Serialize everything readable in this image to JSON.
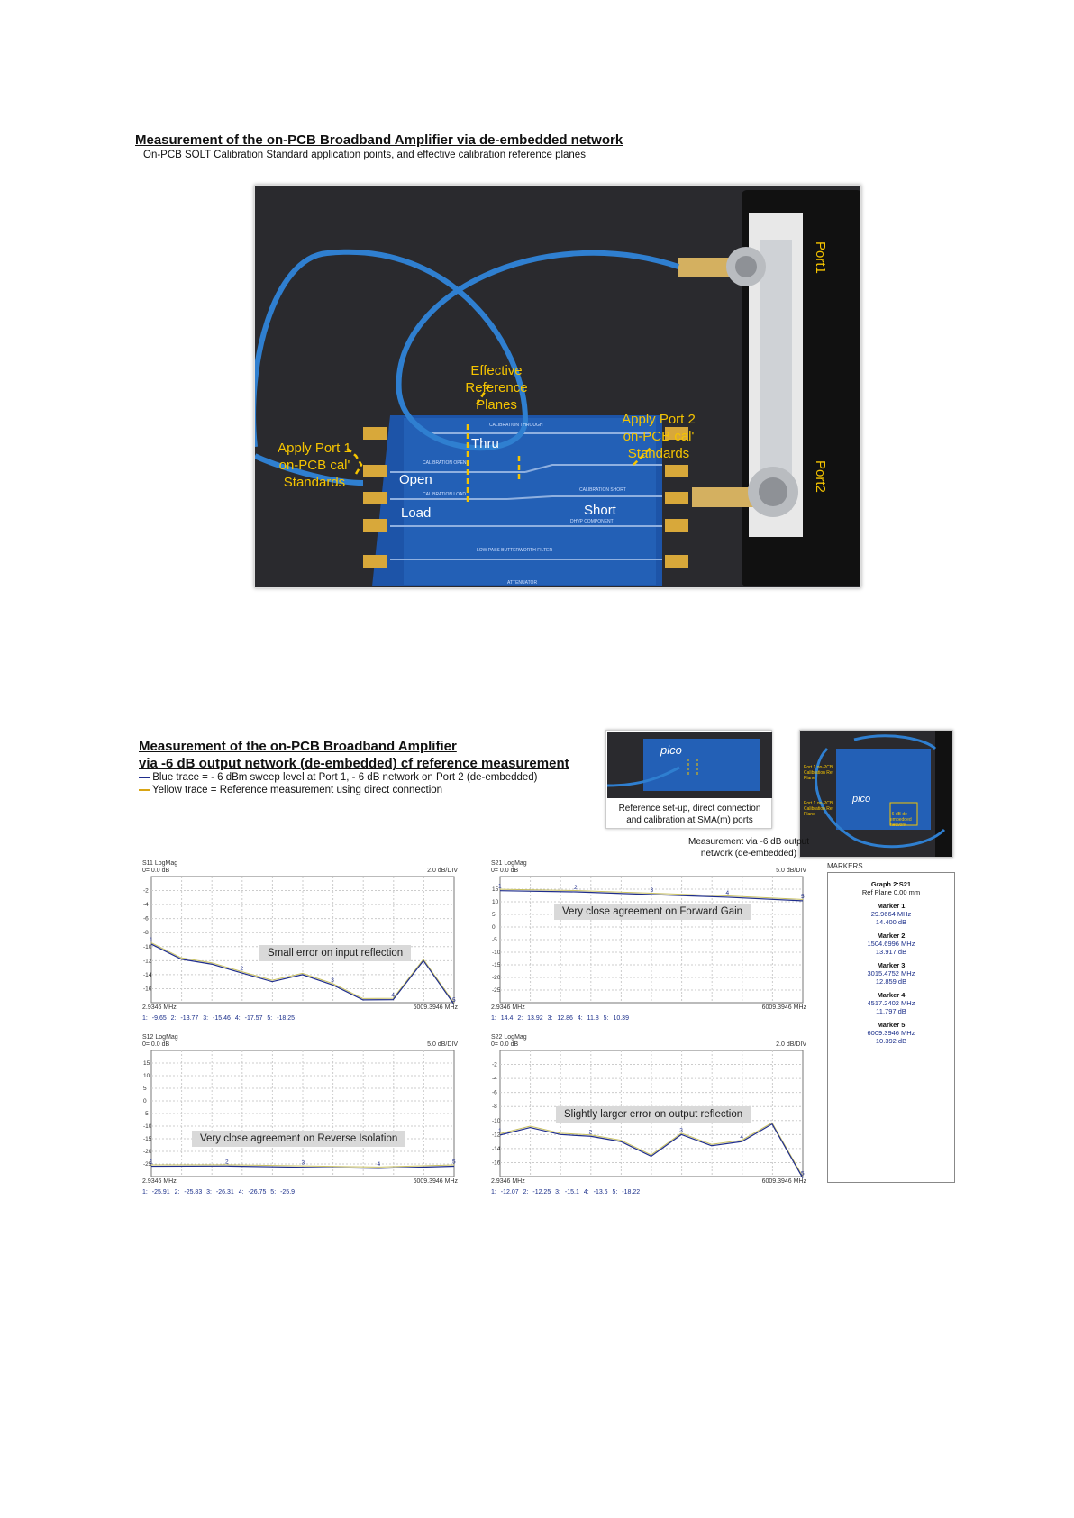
{
  "section1": {
    "title": "Measurement of the on-PCB Broadband Amplifier via de-embedded network",
    "subtitle": "On-PCB SOLT Calibration Standard application points, and effective calibration reference planes"
  },
  "photo1": {
    "port1": "Port1",
    "port2": "Port2",
    "ref_planes": [
      "Effective",
      "Reference",
      "Planes"
    ],
    "apply_port1": [
      "Apply Port 1",
      "on-PCB cal'",
      "Standards"
    ],
    "apply_port2": [
      "Apply Port 2",
      "on-PCB cal'",
      "Standards"
    ],
    "thru": "Thru",
    "open": "Open",
    "load": "Load",
    "short": "Short",
    "board_texts": [
      "CALIBRATION THROUGH",
      "CALIBRATION OPEN",
      "CALIBRATION LOAD",
      "CALIBRATION SHORT",
      "DHVP COMPONENT",
      "LOW PASS BUTTERWORTH FILTER",
      "ATTENUATOR"
    ]
  },
  "section2": {
    "title_line1": "Measurement of the on-PCB Broadband Amplifier",
    "title_line2": "via -6 dB output network (de-embedded) cf reference measurement",
    "legend_blue": "Blue trace = - 6 dBm sweep level at Port 1, - 6 dB network on Port 2 (de-embedded)",
    "legend_yellow": "Yellow trace = Reference measurement using direct connection",
    "colors": {
      "blue": "#1f2d8c",
      "yellow": "#d9a514",
      "ref": "#c8c060"
    }
  },
  "inset1": {
    "logo": "pico",
    "caption": [
      "Reference set-up, direct connection",
      "and calibration at SMA(m) ports"
    ]
  },
  "inset2": {
    "labels": [
      "Port 1 on-PCB Calibration Ref Plane",
      "Port 1 on-PCB Calibration Ref Plane",
      "-6 dB de-embedded network"
    ],
    "logo": "pico",
    "caption": [
      "Measurement via -6 dB output",
      "network (de-embedded)"
    ]
  },
  "graphs": [
    {
      "title": "S11 LogMag",
      "ref": "0= 0.0 dB",
      "div": "2.0 dB/DIV",
      "fmin": "2.9346 MHz",
      "fmax": "6009.3946 MHz",
      "markers_text": "1: -9.65   2: -13.77   3: -15.46   4: -17.57   5: -18.25",
      "callout": "Small error on input reflection"
    },
    {
      "title": "S21 LogMag",
      "ref": "0= 0.0 dB",
      "div": "5.0 dB/DIV",
      "fmin": "2.9346 MHz",
      "fmax": "6009.3946 MHz",
      "markers_text": "1: 14.4   2: 13.92   3: 12.86   4: 11.8   5: 10.39",
      "callout": "Very close agreement on Forward Gain"
    },
    {
      "title": "S12 LogMag",
      "ref": "0= 0.0 dB",
      "div": "5.0 dB/DIV",
      "fmin": "2.9346 MHz",
      "fmax": "6009.3946 MHz",
      "markers_text": "1: -25.91   2: -25.83   3: -26.31   4: -26.75   5: -25.9",
      "callout": "Very close agreement on Reverse Isolation"
    },
    {
      "title": "S22 LogMag",
      "ref": "0= 0.0 dB",
      "div": "2.0 dB/DIV",
      "fmin": "2.9346 MHz",
      "fmax": "6009.3946 MHz",
      "markers_text": "1: -12.07   2: -12.25   3: -15.1   4: -13.6   5: -18.22",
      "callout": "Slightly larger error on output reflection"
    }
  ],
  "chart_data": [
    {
      "type": "line",
      "title": "S11 LogMag",
      "ylim": [
        -18,
        0
      ],
      "yticks": [
        "-2",
        "-4",
        "-6",
        "-8",
        "-10",
        "-12",
        "-14",
        "-16"
      ],
      "x": [
        2.9346,
        600,
        1200,
        1800,
        2400,
        3000,
        3600,
        4200,
        4800,
        5400,
        6009.3946
      ],
      "series": [
        {
          "values": [
            -9.65,
            -11.8,
            -12.5,
            -13.77,
            -15.0,
            -14.0,
            -15.46,
            -17.6,
            -17.57,
            -12.0,
            -18.25
          ]
        }
      ]
    },
    {
      "type": "line",
      "title": "S21 LogMag",
      "ylim": [
        -30,
        20
      ],
      "yticks": [
        "15",
        "10",
        "5",
        "0",
        "-5",
        "-10",
        "-15",
        "-20",
        "-25"
      ],
      "x": [
        2.9346,
        1504.6996,
        3015.4752,
        4517.2402,
        6009.3946
      ],
      "series": [
        {
          "values": [
            14.4,
            13.92,
            12.86,
            11.8,
            10.39
          ]
        }
      ]
    },
    {
      "type": "line",
      "title": "S12 LogMag",
      "ylim": [
        -30,
        20
      ],
      "yticks": [
        "15",
        "10",
        "5",
        "0",
        "-5",
        "-10",
        "-15",
        "-20",
        "-25"
      ],
      "x": [
        2.9346,
        1504.6996,
        3015.4752,
        4517.2402,
        6009.3946
      ],
      "series": [
        {
          "values": [
            -25.91,
            -25.83,
            -26.31,
            -26.75,
            -25.9
          ]
        }
      ]
    },
    {
      "type": "line",
      "title": "S22 LogMag",
      "ylim": [
        -18,
        0
      ],
      "yticks": [
        "-2",
        "-4",
        "-6",
        "-8",
        "-10",
        "-12",
        "-14",
        "-16"
      ],
      "x": [
        2.9346,
        600,
        1200,
        1800,
        2400,
        3000,
        3600,
        4200,
        4800,
        5400,
        6009.3946
      ],
      "series": [
        {
          "values": [
            -12.07,
            -11.0,
            -12.0,
            -12.25,
            -13.0,
            -15.1,
            -12.0,
            -13.6,
            -13.0,
            -10.5,
            -18.22
          ]
        }
      ]
    }
  ],
  "markers_panel": {
    "title": "MARKERS",
    "graph": "Graph 2:S21",
    "ref_plane": "Ref Plane 0.00 mm",
    "items": [
      {
        "name": "Marker 1",
        "freq": "29.9664 MHz",
        "val": "14.400 dB"
      },
      {
        "name": "Marker 2",
        "freq": "1504.6996 MHz",
        "val": "13.917 dB"
      },
      {
        "name": "Marker 3",
        "freq": "3015.4752 MHz",
        "val": "12.859 dB"
      },
      {
        "name": "Marker 4",
        "freq": "4517.2402 MHz",
        "val": "11.797 dB"
      },
      {
        "name": "Marker 5",
        "freq": "6009.3946 MHz",
        "val": "10.392 dB"
      }
    ]
  }
}
